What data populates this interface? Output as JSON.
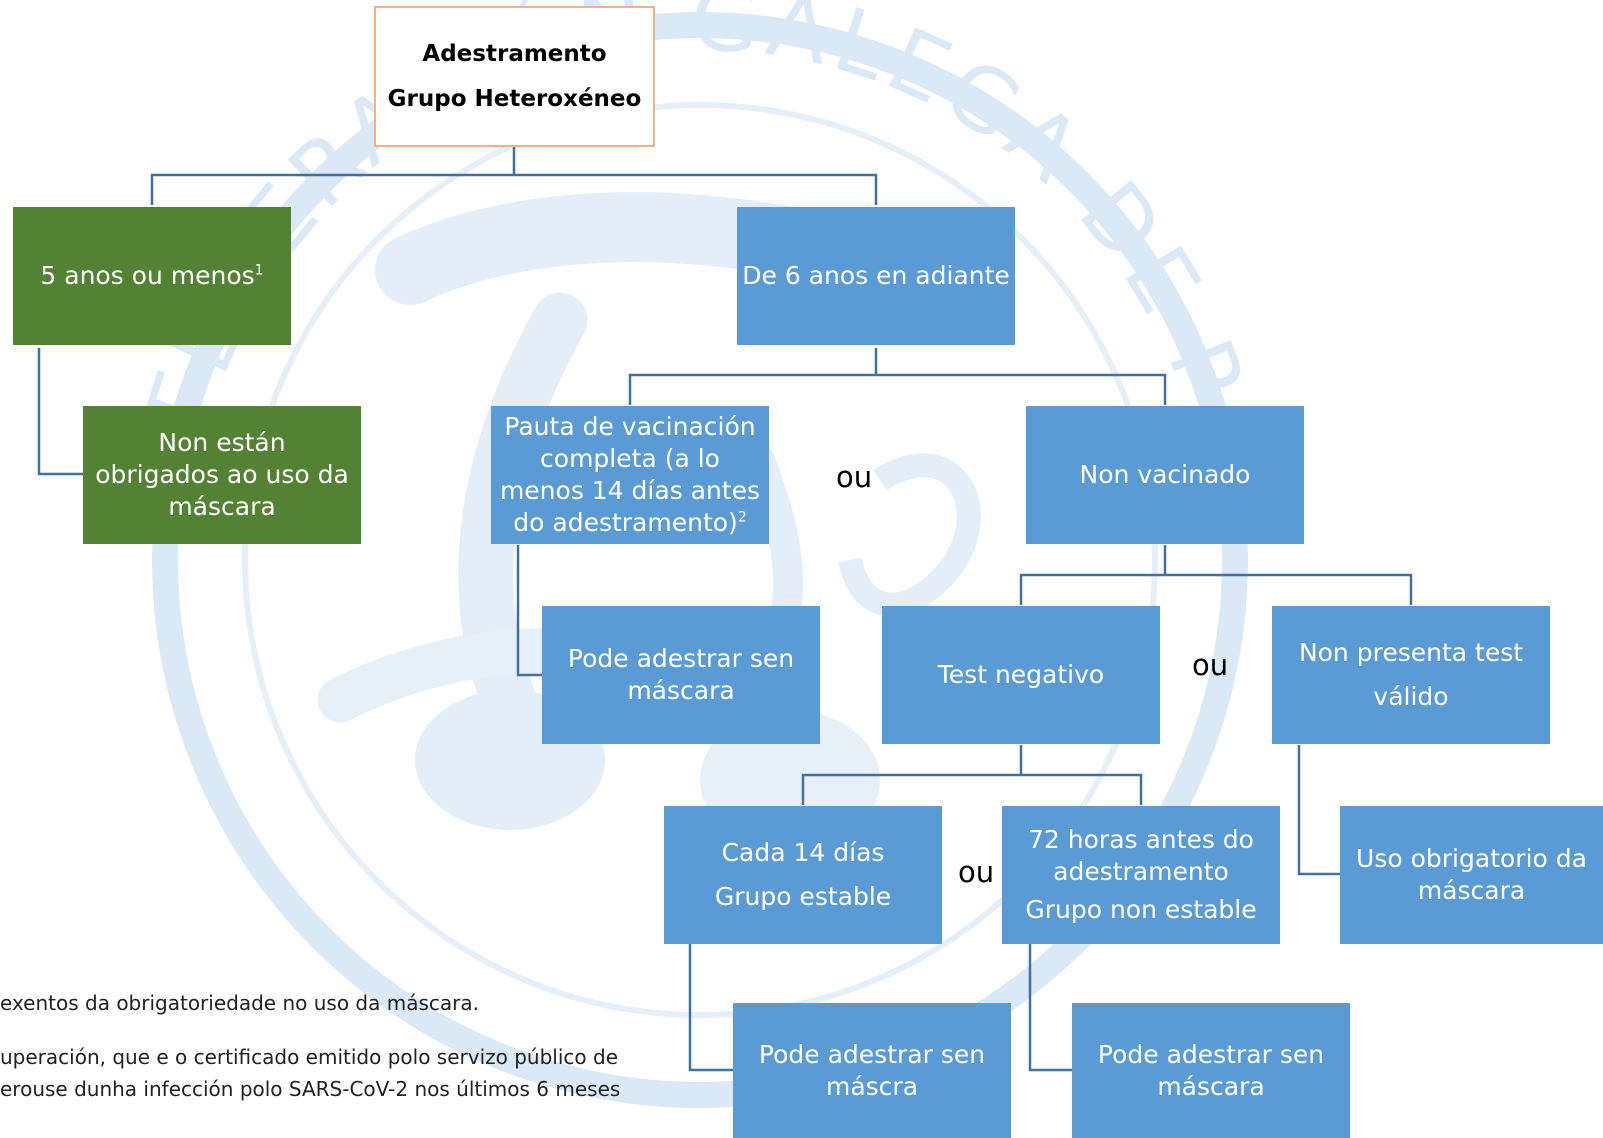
{
  "root": {
    "line1": "Adestramento",
    "line2": "Grupo Heteroxéneo"
  },
  "age5": {
    "text": "5 anos ou menos",
    "sup": "1"
  },
  "age6": {
    "text": "De 6 anos en adiante"
  },
  "no_mask_oblig": {
    "text": "Non están obrigados ao uso da máscara"
  },
  "vaccinated": {
    "text": "Pauta de vacinación completa (a lo menos 14 días antes do adestramento)",
    "sup": "2"
  },
  "unvaccinated": {
    "text": "Non vacinado"
  },
  "vacc_result": {
    "text": "Pode adestrar sen máscara"
  },
  "test_neg": {
    "text": "Test negativo"
  },
  "no_test": {
    "line1": "Non presenta test",
    "line2": "válido"
  },
  "every14": {
    "line1": "Cada 14 días",
    "line2": "Grupo estable"
  },
  "hours72": {
    "line1": "72 horas antes do adestramento",
    "line2": "Grupo non estable"
  },
  "mask_required": {
    "text": "Uso obrigatorio da máscara"
  },
  "result_a": {
    "text": "Pode adestrar sen máscra"
  },
  "result_b": {
    "text": "Pode adestrar sen máscara"
  },
  "or_label": "ou",
  "footnotes": {
    "line1": "exentos da obrigatoriedade no uso da máscara.",
    "line2": "uperación, que e o certificado emitido polo servizo público de",
    "line3": "erouse dunha infección polo SARS-CoV-2 nos últimos 6 meses"
  },
  "watermark": "FEDERACIÓN GALEGA DE PATINAXE",
  "colors": {
    "blue": "#5b9bd5",
    "green": "#548235",
    "root_border": "#f4b183",
    "connector": "#41719c",
    "watermark": "#dbe9f6"
  }
}
